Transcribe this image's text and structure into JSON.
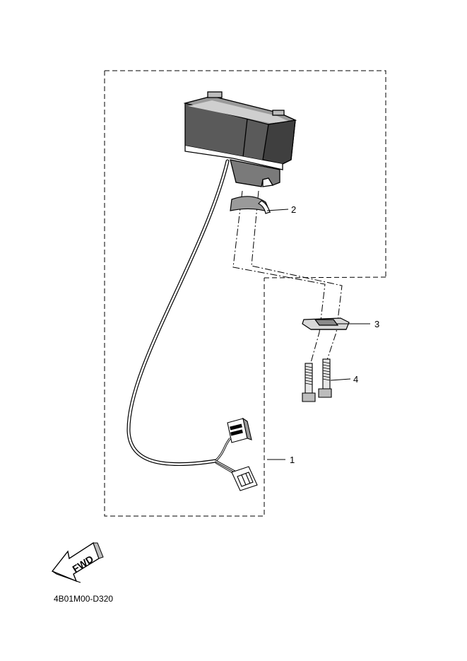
{
  "callouts": [
    {
      "number": "1"
    },
    {
      "number": "2"
    },
    {
      "number": "3"
    },
    {
      "number": "4"
    }
  ],
  "direction_arrow": {
    "text": "FWD"
  },
  "diagram_code": "4B01M00-D320"
}
